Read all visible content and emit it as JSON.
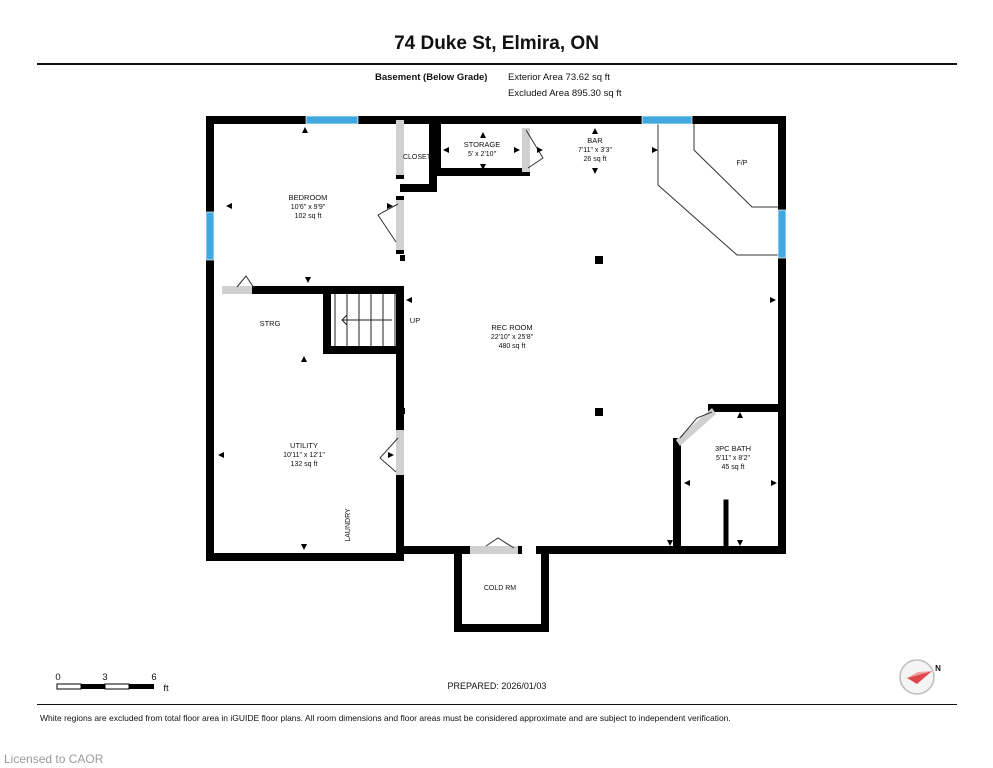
{
  "title": "74 Duke St, Elmira, ON",
  "summary": {
    "level_label": "Basement (Below Grade)",
    "exterior_area": "Exterior Area 73.62 sq ft",
    "excluded_area": "Excluded Area 895.30 sq ft"
  },
  "rooms": {
    "bedroom": {
      "name": "BEDROOM",
      "dims": "10'6\" x 9'9\"",
      "area": "102 sq ft"
    },
    "closet": {
      "name": "CLOSET"
    },
    "storage": {
      "name": "STORAGE",
      "dims": "5' x 2'10\""
    },
    "bar": {
      "name": "BAR",
      "dims": "7'11\" x 3'3\"",
      "area": "26 sq ft"
    },
    "fp": {
      "name": "F/P"
    },
    "strg": {
      "name": "STRG"
    },
    "up": {
      "name": "UP"
    },
    "rec_room": {
      "name": "REC ROOM",
      "dims": "22'10\" x 25'8\"",
      "area": "480 sq ft"
    },
    "utility": {
      "name": "UTILITY",
      "dims": "10'11\" x 12'1\"",
      "area": "132 sq ft"
    },
    "laundry": {
      "name": "LAUNDRY"
    },
    "bath": {
      "name": "3PC BATH",
      "dims": "5'11\" x 8'2\"",
      "area": "45 sq ft"
    },
    "cold_room": {
      "name": "COLD RM"
    }
  },
  "scale": {
    "ticks": [
      "0",
      "3",
      "6"
    ],
    "unit": "ft"
  },
  "prepared": "PREPARED: 2026/01/03",
  "compass_letter": "N",
  "disclaimer": "White regions are excluded from total floor area in iGUIDE floor plans. All room dimensions and floor areas must be considered approximate and are subject to independent verification.",
  "watermark": "Licensed to CAOR",
  "colors": {
    "wall": "#000000",
    "window": "#3fa9e0",
    "opening": "#d0d0d0",
    "compass": "#e0474c"
  }
}
